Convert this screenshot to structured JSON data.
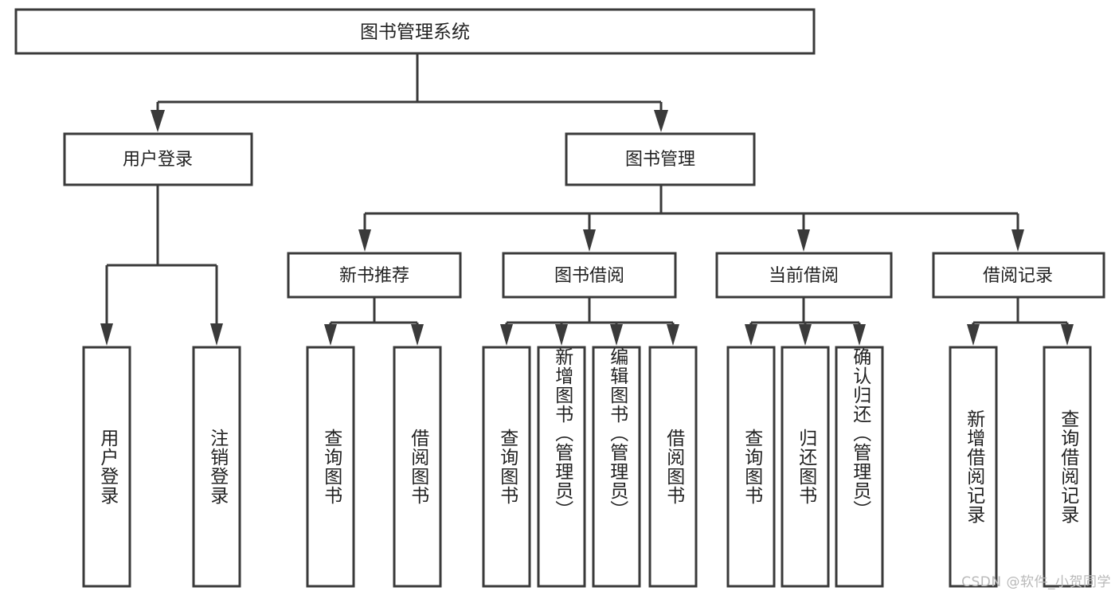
{
  "diagram": {
    "type": "tree-hierarchy-chart",
    "title": "图书管理系统",
    "watermark": "CSDN @软件_小贺同学",
    "colors": {
      "background": "#ffffff",
      "box_stroke": "#3a3a3a",
      "box_fill": "#ffffff",
      "text": "#222222",
      "watermark": "#b9b9b9"
    },
    "levels": {
      "level1": [
        {
          "id": "root",
          "label": "图书管理系统"
        }
      ],
      "level2": [
        {
          "id": "user-login",
          "label": "用户登录"
        },
        {
          "id": "book-manage",
          "label": "图书管理"
        }
      ],
      "level3": [
        {
          "id": "new-book-recommend",
          "label": "新书推荐"
        },
        {
          "id": "book-borrow",
          "label": "图书借阅"
        },
        {
          "id": "current-borrow",
          "label": "当前借阅"
        },
        {
          "id": "borrow-record",
          "label": "借阅记录"
        }
      ],
      "leaves": [
        {
          "id": "leaf-user-login",
          "label": "用户登录",
          "parent": "user-login"
        },
        {
          "id": "leaf-user-logout",
          "label": "注销登录",
          "parent": "user-login"
        },
        {
          "id": "leaf-query-book-1",
          "label": "查询图书",
          "parent": "new-book-recommend"
        },
        {
          "id": "leaf-borrow-book-1",
          "label": "借阅图书",
          "parent": "new-book-recommend"
        },
        {
          "id": "leaf-query-book-2",
          "label": "查询图书",
          "parent": "book-borrow"
        },
        {
          "id": "leaf-add-book",
          "label": "新增图书（管理员）",
          "parent": "book-borrow"
        },
        {
          "id": "leaf-edit-book",
          "label": "编辑图书（管理员）",
          "parent": "book-borrow"
        },
        {
          "id": "leaf-borrow-book-2",
          "label": "借阅图书",
          "parent": "book-borrow"
        },
        {
          "id": "leaf-query-book-3",
          "label": "查询图书",
          "parent": "current-borrow"
        },
        {
          "id": "leaf-return-book",
          "label": "归还图书",
          "parent": "current-borrow"
        },
        {
          "id": "leaf-confirm-return",
          "label": "确认归还（管理员）",
          "parent": "current-borrow"
        },
        {
          "id": "leaf-add-record",
          "label": "新增借阅记录",
          "parent": "borrow-record"
        },
        {
          "id": "leaf-query-record",
          "label": "查询借阅记录",
          "parent": "borrow-record"
        }
      ]
    }
  }
}
